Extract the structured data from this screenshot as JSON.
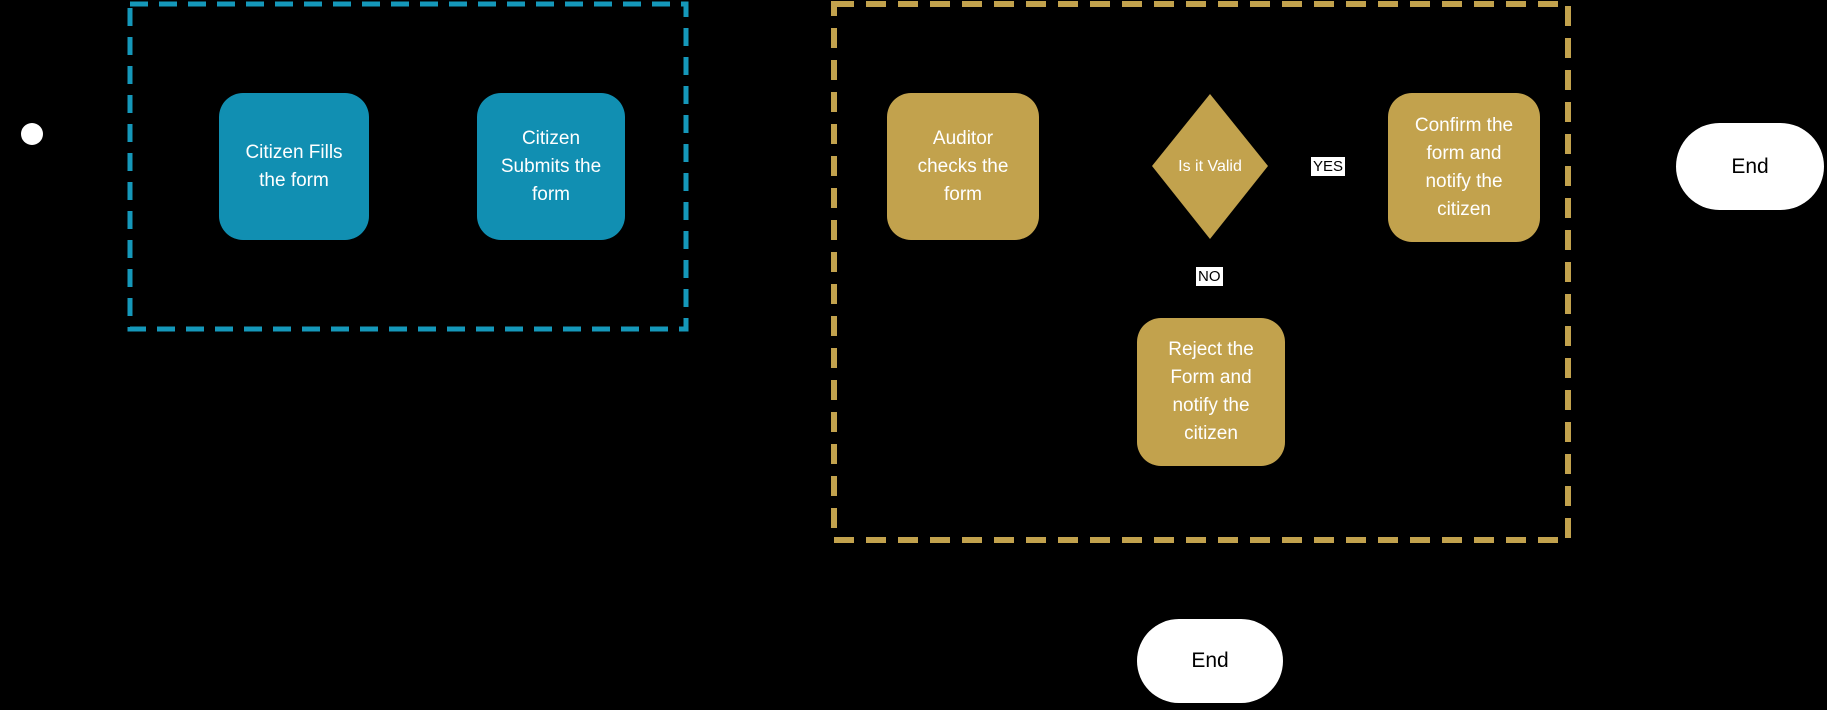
{
  "diagram": {
    "type": "flowchart-swimlanes",
    "background": "#000000",
    "colors": {
      "citizen_node_fill": "#118FB2",
      "citizen_lane_border": "#1598BA",
      "auditor_node_fill": "#C2A24D",
      "auditor_lane_border": "#C2A24D",
      "node_text": "#FFFFFF",
      "terminal_fill": "#FFFFFF",
      "terminal_text": "#000000",
      "edge_label_bg": "#FFFFFF",
      "edge_label_text": "#000000"
    },
    "nodes": {
      "fill_form": {
        "label": "Citizen Fills\nthe form"
      },
      "submit_form": {
        "label": "Citizen\nSubmits the\nform"
      },
      "auditor_checks": {
        "label": "Auditor\nchecks the\nform"
      },
      "is_valid": {
        "label": "Is it Valid"
      },
      "confirm": {
        "label": "Confirm the\nform and\nnotify the\ncitizen"
      },
      "reject": {
        "label": "Reject the\nForm and\nnotify the\ncitizen"
      },
      "end_right": {
        "label": "End"
      },
      "end_bottom": {
        "label": "End"
      }
    },
    "edge_labels": {
      "yes": "YES",
      "no": "NO"
    }
  }
}
